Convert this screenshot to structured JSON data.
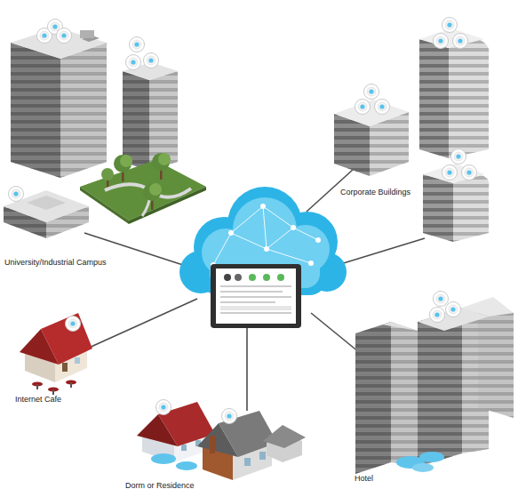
{
  "diagram": {
    "labels": [
      "University/Industrial Campus",
      "Corporate Buildings",
      "Internet Cafe",
      "Dorm or Residence",
      "Hotel"
    ]
  }
}
